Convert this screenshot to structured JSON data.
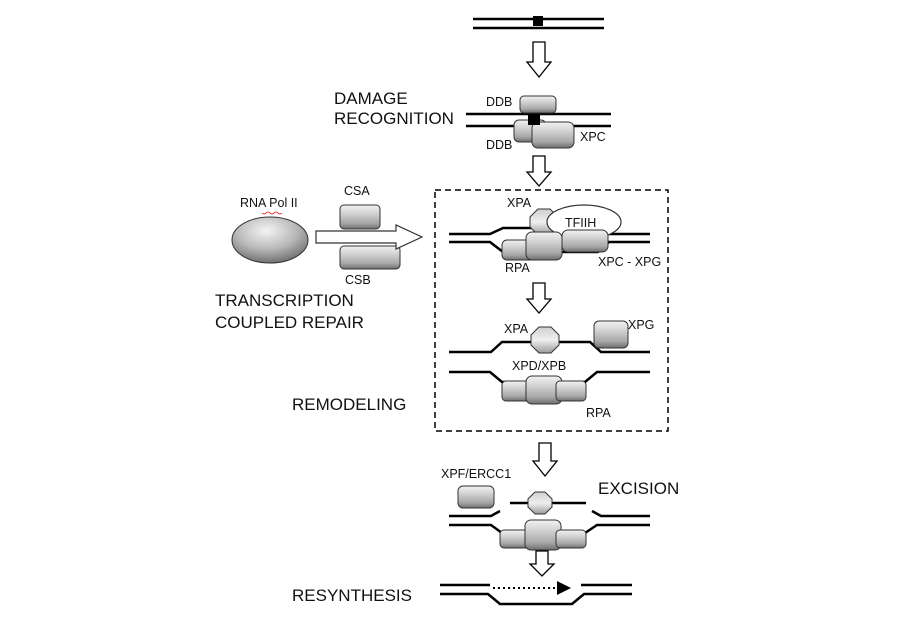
{
  "stages": {
    "damage_recognition": [
      "DAMAGE",
      "RECOGNITION"
    ],
    "transcription_coupled_repair": [
      "TRANSCRIPTION",
      "COUPLED REPAIR"
    ],
    "remodeling": "REMODELING",
    "excision": "EXCISION",
    "resynthesis": "RESYNTHESIS"
  },
  "proteins": {
    "ddb_top": "DDB",
    "ddb_bottom": "DDB",
    "xpc": "XPC",
    "rna_pol_ii": "RNA Pol II",
    "csa": "CSA",
    "csb": "CSB",
    "xpa_1": "XPA",
    "tfiih": "TFIIH",
    "rpa_1": "RPA",
    "xpc_xpg": "XPC - XPG",
    "xpa_2": "XPA",
    "xpg": "XPG",
    "xpd_xpb": "XPD/XPB",
    "rpa_2": "RPA",
    "xpf_ercc1": "XPF/ERCC1"
  },
  "colors": {
    "strand": "#000000",
    "protein_fill": "#c8c8c8",
    "protein_stroke": "#333333",
    "background": "#ffffff"
  }
}
